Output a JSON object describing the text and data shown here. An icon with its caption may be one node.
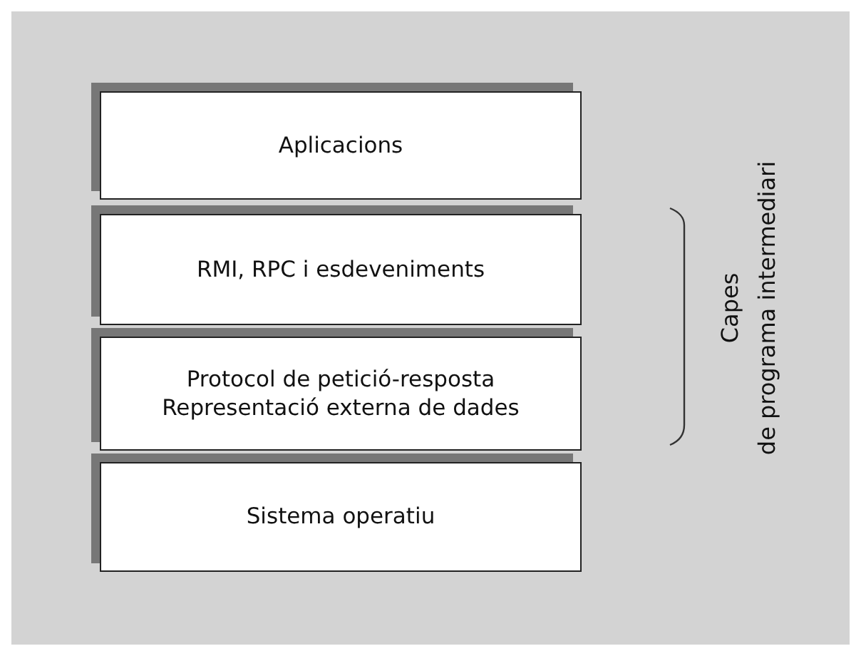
{
  "diagram": {
    "nodes": [
      {
        "text": [
          "Aplicacions"
        ]
      },
      {
        "text": [
          "RMI, RPC i esdeveniments"
        ]
      },
      {
        "text": [
          "Protocol de petició-resposta",
          "Representació externa de dades"
        ]
      },
      {
        "text": [
          "Sistema operatiu"
        ]
      }
    ],
    "labels": [
      "Capes",
      "de programa intermediari"
    ]
  }
}
